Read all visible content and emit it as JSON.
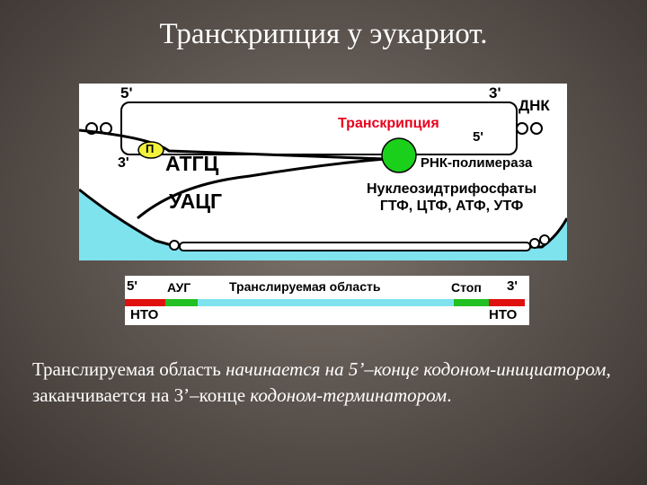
{
  "slide": {
    "title": "Транскрипция у эукариот."
  },
  "diagram": {
    "five_prime_top": "5'",
    "three_prime_top": "3'",
    "dna_label": "ДНК",
    "transcription_label": "Транскрипция",
    "five_prime_rna": "5'",
    "three_prime_left": "3'",
    "promoter_label": "П",
    "coding_seq": "АТГЦ",
    "template_seq": "УАЦГ",
    "polymerase_label": "РНК-полимераза",
    "ntp_title": "Нуклеозидтрифосфаты",
    "ntp_list": "ГТФ, ЦТФ, АТФ, УТФ",
    "colors": {
      "transcription_text": "#e8001c",
      "polymerase": "#1bd01b",
      "promoter": "#f2f23a",
      "membrane_fill": "#7fe3ee"
    }
  },
  "mrna": {
    "five_prime": "5'",
    "three_prime": "3'",
    "start_codon": "АУГ",
    "translated_region": "Транслируемая область",
    "stop_codon": "Стоп",
    "utr_left": "НТО",
    "utr_right": "НТО",
    "colors": {
      "utr": "#e01010",
      "codon": "#22c022",
      "coding": "#7fe3ee"
    }
  },
  "caption": {
    "part1": "Транслируемая область ",
    "part2": "начинается на 5’–конце кодоном-инициатором",
    "part3": ", заканчивается на 3’–конце ",
    "part4": "кодоном-терминатором",
    "part5": "."
  }
}
